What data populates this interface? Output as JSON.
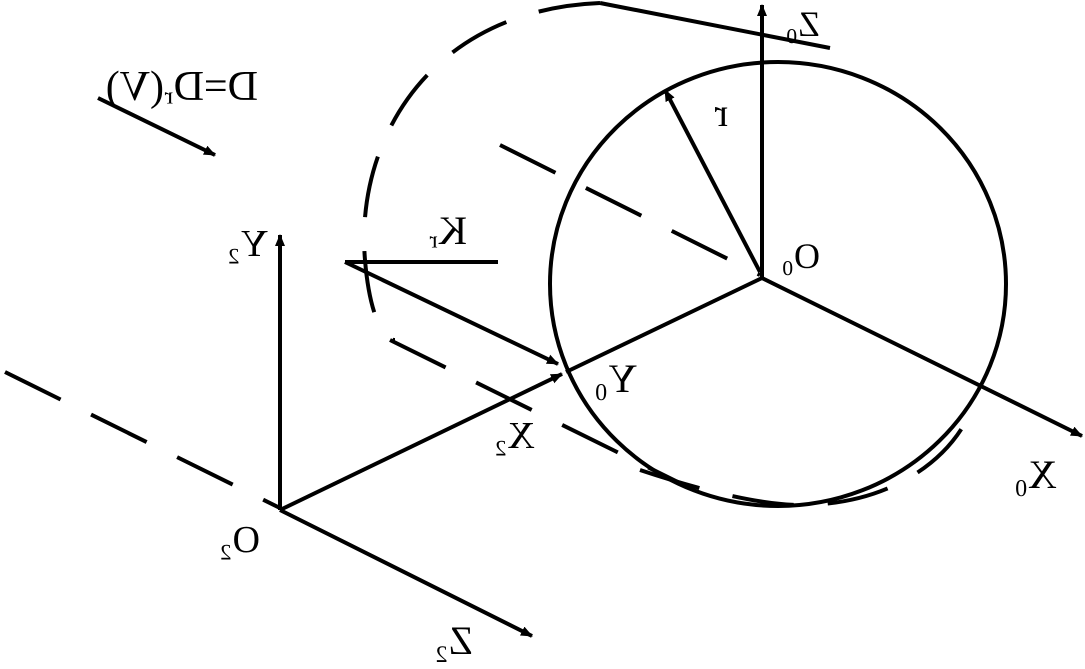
{
  "diagram": {
    "labels": {
      "z0": "Z₀",
      "o0": "O₀",
      "y0": "Y₀",
      "x0": "X₀",
      "r": "r",
      "kr": "Kᵣ",
      "y2": "Y₂",
      "x2": "X₂",
      "o2": "O₂",
      "z2": "Z₂",
      "d_eq": "D=Dᵣ(V)"
    },
    "colors": {
      "ink": "#000000",
      "background": "#ffffff"
    }
  }
}
